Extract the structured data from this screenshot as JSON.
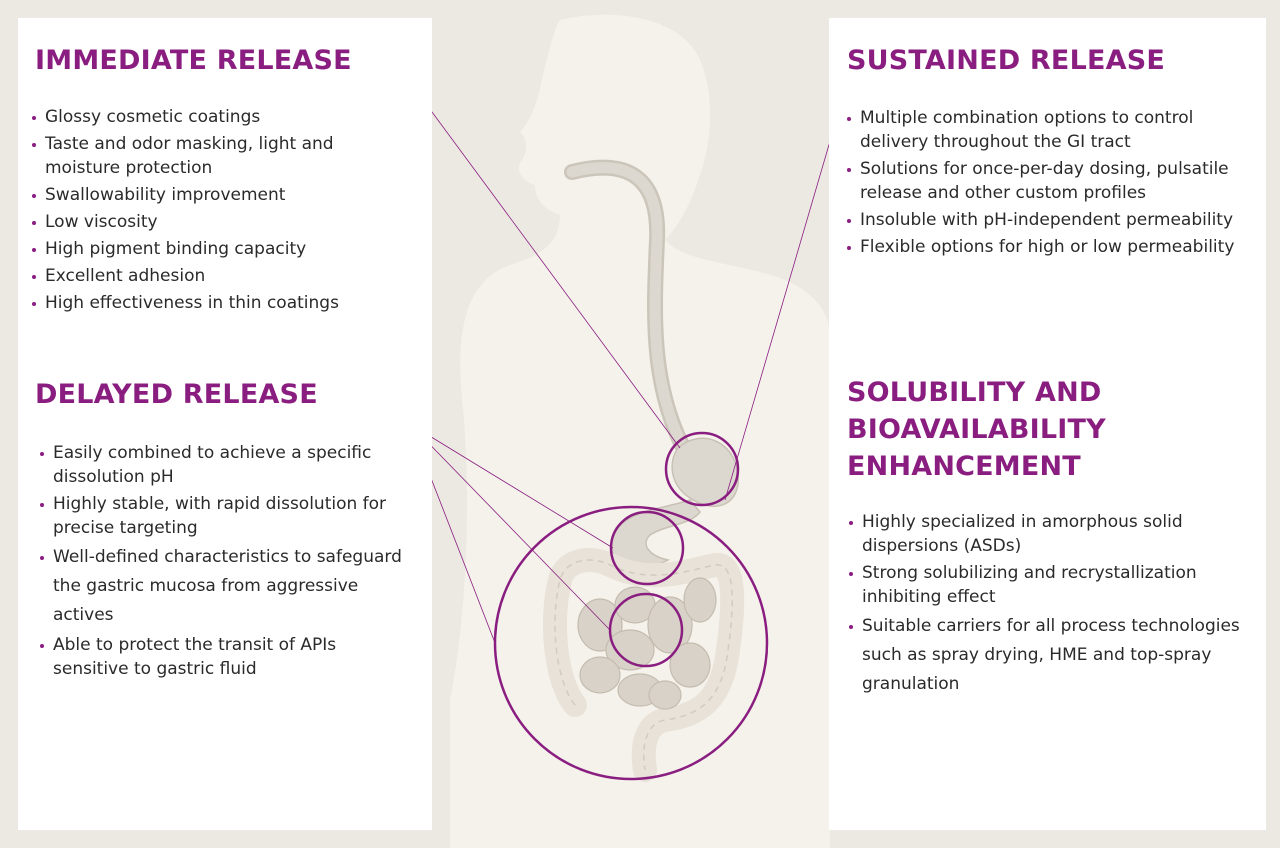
{
  "immediate": {
    "title": "IMMEDIATE RELEASE",
    "items": [
      "Glossy cosmetic coatings",
      "Taste and odor masking, light and moisture protection",
      "Swallowability improvement",
      "Low viscosity",
      "High pigment binding capacity",
      "Excellent adhesion",
      "High effectiveness in thin coatings"
    ]
  },
  "delayed": {
    "title": "DELAYED RELEASE",
    "items": [
      "Easily combined to achieve a specific dissolution pH",
      "Highly stable, with rapid dissolution for precise targeting",
      "Well-defined characteristics to safeguard the gastric mucosa from aggressive actives",
      "Able to protect the transit of APIs sensitive to gastric fluid"
    ]
  },
  "sustained": {
    "title": "SUSTAINED RELEASE",
    "items": [
      "Multiple combination options to control delivery throughout the GI tract",
      "Solutions for once-per-day dosing, pulsatile release and other custom profiles",
      "Insoluble with pH-independent permeability",
      "Flexible options for high or low permeability"
    ]
  },
  "solubility": {
    "title_lines": [
      "SOLUBILITY AND",
      "BIOAVAILABILITY",
      "ENHANCEMENT"
    ],
    "items": [
      "Highly specialized in amorphous solid dispersions (ASDs)",
      "Strong solubilizing and recrystallization inhibiting effect",
      "Suitable carriers for all process technologies such as spray drying, HME and top-spray granulation"
    ]
  },
  "colors": {
    "accent": "#8a1e80",
    "background": "#ece8e2",
    "silhouette": "#f5f2ec",
    "organ": "#ddd8cf"
  }
}
